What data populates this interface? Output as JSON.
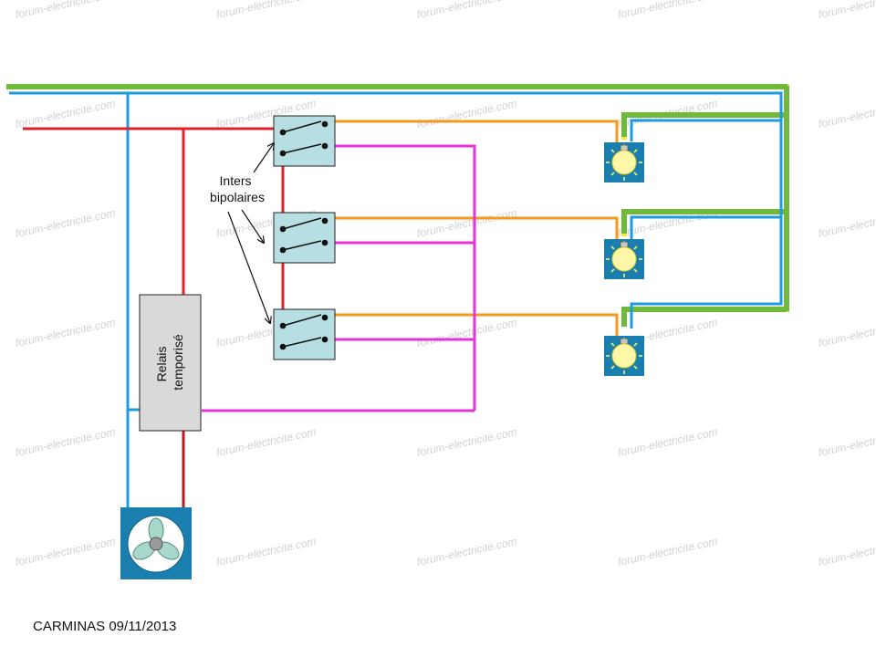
{
  "watermark_text": "forum-electricite.com",
  "labels": {
    "switches_line1": "Inters",
    "switches_line2": "bipolaires",
    "relay_line1": "Relais",
    "relay_line2": "temporisé",
    "credit": "CARMINAS 09/11/2013"
  },
  "colors": {
    "phase": "#e0202a",
    "neutral": "#1e9ae0",
    "earth_yellow": "#f2ee2a",
    "earth_green": "#6fba3a",
    "switched_return": "#f39a1e",
    "command": "#e633d6",
    "motor_feed": "#b51c1c",
    "switch_fill": "#b7dfe3",
    "lamp_box": "#1a7fae",
    "relay_fill": "#d9d9d9",
    "bulb": "#fff7a8"
  },
  "icons": {
    "lamp": "lightbulb-icon",
    "fan": "fan-icon"
  }
}
